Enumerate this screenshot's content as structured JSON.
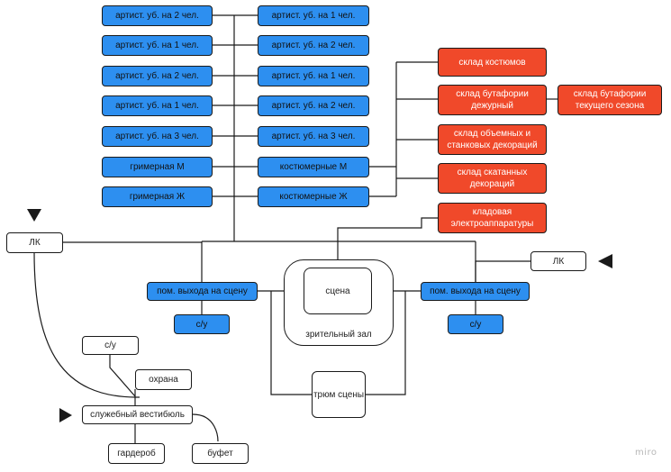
{
  "left_column": [
    "артист. уб. на 2 чел.",
    "артист. уб. на 1 чел.",
    "артист. уб. на 2 чел.",
    "артист. уб. на 1 чел.",
    "артист. уб. на 3 чел.",
    "гримерная М",
    "гримерная Ж"
  ],
  "middle_column": [
    "артист. уб. на 1 чел.",
    "артист. уб. на 2 чел.",
    "артист. уб. на 1 чел.",
    "артист. уб. на 2 чел.",
    "артист. уб. на 3 чел.",
    "костюмерные М",
    "костюмерные Ж"
  ],
  "storage": [
    "склад костюмов",
    "склад бутафории дежурный",
    "склад объемных и станковых декораций",
    "склад скатанных декораций",
    "кладовая электроаппаратуры"
  ],
  "storage_extra": "склад бутафории текущего сезона",
  "lk_left": "ЛК",
  "lk_right": "ЛК",
  "exit_left": "пом. выхода на сцену",
  "exit_right": "пом. выхода на сцену",
  "su_left": "с/у",
  "su_right": "с/у",
  "stage": "сцена",
  "auditorium": "зрительный зал",
  "pit": "трюм сцены",
  "su_lobby": "с/у",
  "security": "охрана",
  "lobby": "служебный вестибюль",
  "cloakroom": "гардероб",
  "buffet": "буфет",
  "watermark": "miro",
  "colors": {
    "room_blue": "#2d8ff0",
    "storage_red": "#f0492a",
    "line": "#1a1a1a"
  }
}
